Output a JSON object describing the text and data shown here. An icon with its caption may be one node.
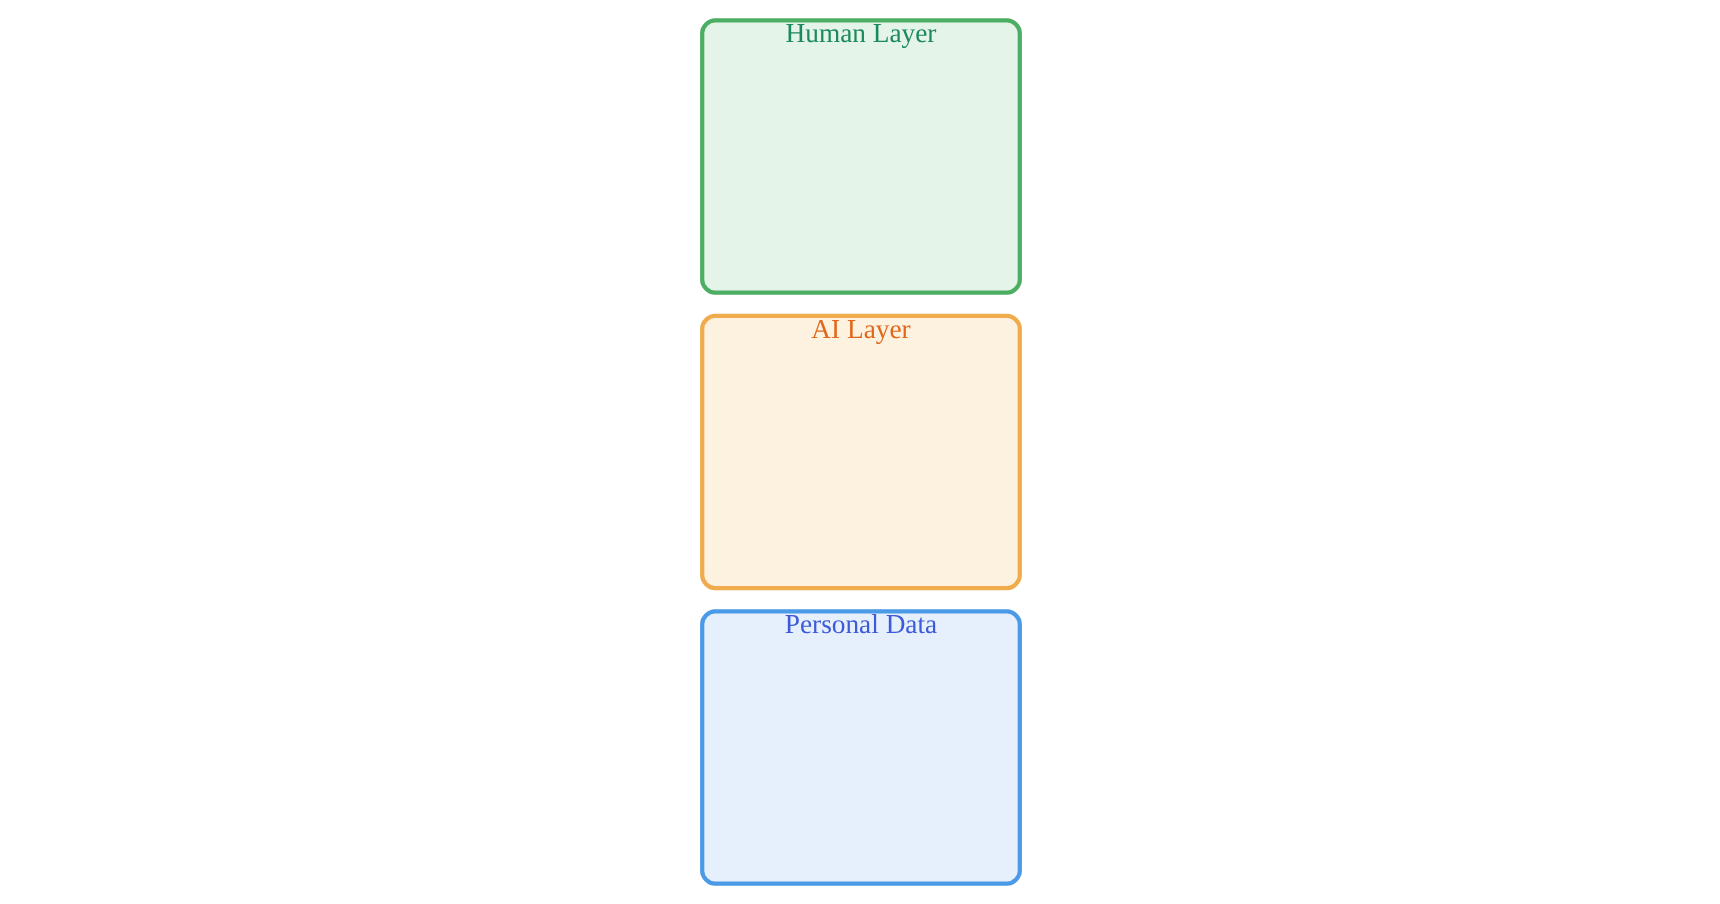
{
  "diagram": {
    "nodes": [
      {
        "text": [
          "Personal Data"
        ]
      },
      {
        "text": [
          "AI Layer"
        ]
      },
      {
        "text": [
          "Human Layer"
        ]
      }
    ]
  }
}
